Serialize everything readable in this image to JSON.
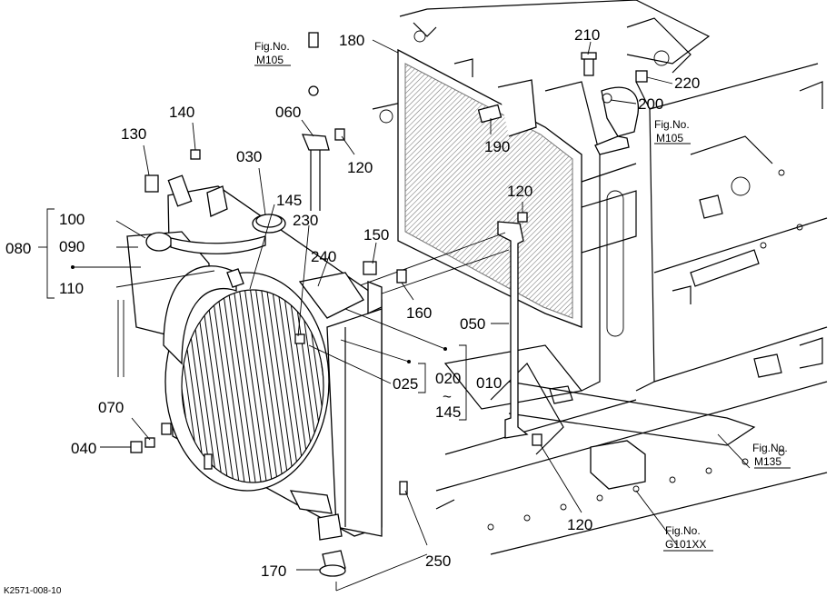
{
  "diagram": {
    "drawing_code": "K2571-008-10",
    "callouts": {
      "p180": "180",
      "p210": "210",
      "p220": "220",
      "p200": "200",
      "p060": "060",
      "p140": "140",
      "p130": "130",
      "p120a": "120",
      "p190": "190",
      "p030": "030",
      "p145a": "145",
      "p230": "230",
      "p100": "100",
      "p090": "090",
      "p080": "080",
      "p110": "110",
      "p150": "150",
      "p240": "240",
      "p160": "160",
      "p120b": "120",
      "p050": "050",
      "p025": "025",
      "p020": "020",
      "p010": "010",
      "p145b": "145",
      "p070": "070",
      "p040": "040",
      "p120c": "120",
      "p170": "170",
      "p250": "250"
    },
    "figure_refs": {
      "m105_left": {
        "prefix": "Fig.No.",
        "code": "M105"
      },
      "m105_right": {
        "prefix": "Fig.No.",
        "code": "M105"
      },
      "m135": {
        "prefix": "Fig.No.",
        "code": "M135"
      },
      "g101": {
        "prefix": "Fig.No.",
        "code": "G101XX"
      }
    },
    "tilde": "~"
  }
}
